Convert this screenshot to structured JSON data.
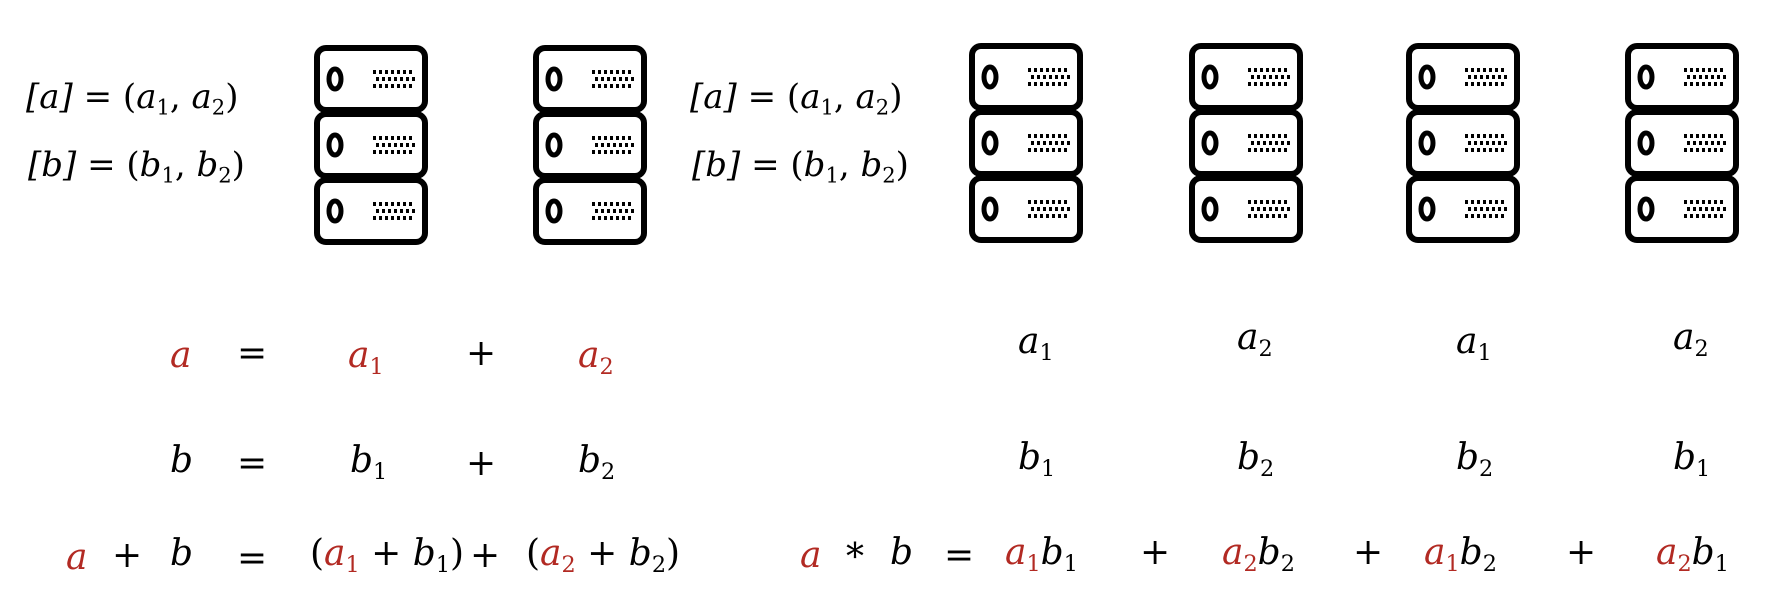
{
  "share_definitions": {
    "left": {
      "a": "[a] = (a₁, a₂)",
      "b": "[b] = (b₁, b₂)"
    },
    "right": {
      "a": "[a] = (a₁, a₂)",
      "b": "[b] = (b₁, b₂)"
    }
  },
  "servers": {
    "left_count": 2,
    "right_count": 4,
    "icon": "server-rack-icon"
  },
  "addition": {
    "row_a": {
      "lhs": "a",
      "eq": "=",
      "t1": "a₁",
      "plus": "+",
      "t2": "a₂"
    },
    "row_b": {
      "lhs": "b",
      "eq": "=",
      "t1": "b₁",
      "plus": "+",
      "t2": "b₂"
    },
    "row_sum": {
      "lhs_a": "a",
      "lhs_op": "+",
      "lhs_b": "b",
      "eq": "=",
      "t1": "(a₁ + b₁)",
      "plus": "+",
      "t2": "(a₂ + b₂)"
    }
  },
  "multiplication": {
    "a_shares": [
      "a₁",
      "a₂",
      "a₁",
      "a₂"
    ],
    "b_shares": [
      "b₁",
      "b₂",
      "b₂",
      "b₁"
    ],
    "product": {
      "lhs_a": "a",
      "lhs_op": "*",
      "lhs_b": "b",
      "eq": "=",
      "terms": [
        "a₁b₁",
        "a₂b₂",
        "a₁b₂",
        "a₂b₁"
      ],
      "plus": "+"
    }
  },
  "colors": {
    "highlight": "#b22a23",
    "ink": "#000000"
  }
}
